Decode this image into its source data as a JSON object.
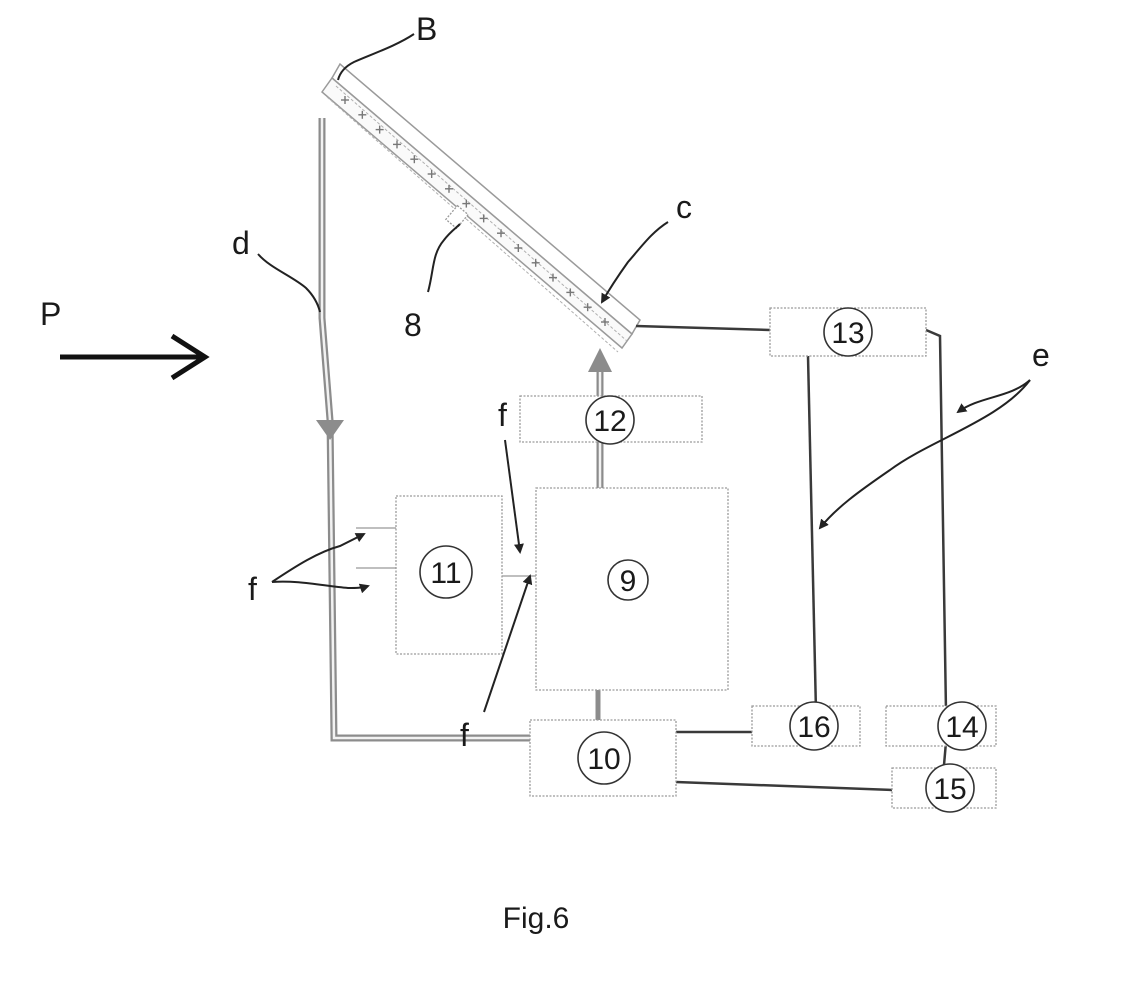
{
  "figure": {
    "caption": "Fig.6"
  },
  "labels": {
    "P": "P",
    "B": "B",
    "c": "c",
    "d": "d",
    "e": "e",
    "eight": "8",
    "f_top": "f",
    "f_left": "f",
    "f_bottom": "f"
  },
  "components": {
    "c9": "9",
    "c10": "10",
    "c11": "11",
    "c12": "12",
    "c13": "13",
    "c14": "14",
    "c15": "15",
    "c16": "16"
  }
}
